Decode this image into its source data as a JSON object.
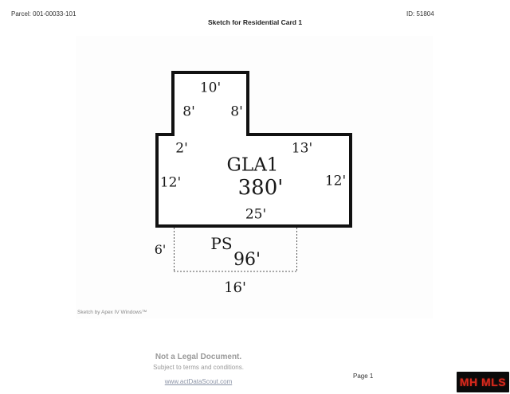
{
  "header": {
    "parcel": "Parcel:  001-00033-101",
    "id": "ID:  51804",
    "title": "Sketch for Residential Card 1"
  },
  "sketch": {
    "gla": {
      "name": "GLA1",
      "area": "380'"
    },
    "ps": {
      "name": "PS",
      "area": "96'"
    },
    "dimensions": {
      "top": "10'",
      "upper_left": "8'",
      "upper_right": "8'",
      "notch": "2'",
      "right_top": "13'",
      "left_side": "12'",
      "right_side": "12'",
      "bottom": "25'",
      "ps_left": "6'",
      "ps_bottom": "16'"
    },
    "credit": "Sketch by Apex IV Windows™",
    "outline_color": "#111111",
    "ps_line_color": "#555555"
  },
  "footer": {
    "notice": "Not a Legal Document.",
    "terms": "Subject to terms and conditions.",
    "link": "www.actDataScout.com",
    "page": "Page 1",
    "logo": "MH MLS",
    "logo_bg": "#0a0a0a",
    "logo_color": "#d8291c"
  }
}
